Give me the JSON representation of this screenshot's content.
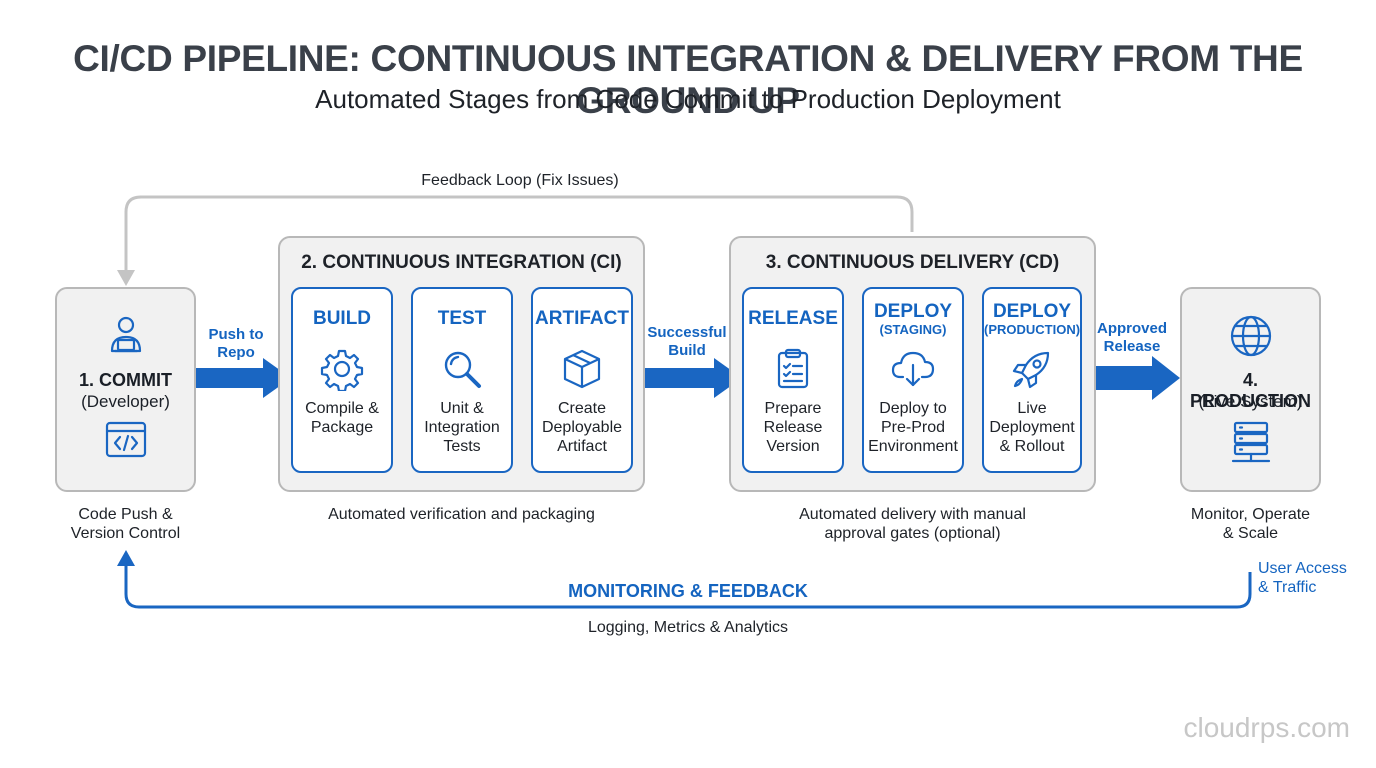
{
  "header": {
    "title": "CI/CD PIPELINE: CONTINUOUS INTEGRATION & DELIVERY FROM THE GROUND UP",
    "subtitle": "Automated Stages from Code Commit to Production Deployment"
  },
  "feedback_loop_label": "Feedback Loop (Fix Issues)",
  "commit": {
    "title": "1. COMMIT",
    "subtitle": "(Developer)",
    "caption_line1": "Code Push &",
    "caption_line2": "Version Control"
  },
  "push_label": {
    "line1": "Push to",
    "line2": "Repo"
  },
  "ci": {
    "title": "2. CONTINUOUS INTEGRATION (CI)",
    "caption": "Automated verification and packaging",
    "cards": [
      {
        "head": "BUILD",
        "lines": [
          "Compile &",
          "Package"
        ]
      },
      {
        "head": "TEST",
        "lines": [
          "Unit &",
          "Integration",
          "Tests"
        ]
      },
      {
        "head": "ARTIFACT",
        "lines": [
          "Create",
          "Deployable",
          "Artifact"
        ]
      }
    ]
  },
  "build_label": {
    "line1": "Successful",
    "line2": "Build"
  },
  "cd": {
    "title": "3. CONTINUOUS DELIVERY (CD)",
    "caption_line1": "Automated delivery with manual",
    "caption_line2": "approval gates (optional)",
    "cards": [
      {
        "head": "RELEASE",
        "sub": "",
        "lines": [
          "Prepare",
          "Release",
          "Version"
        ]
      },
      {
        "head": "DEPLOY",
        "sub": "(STAGING)",
        "lines": [
          "Deploy to",
          "Pre-Prod",
          "Environment"
        ]
      },
      {
        "head": "DEPLOY",
        "sub": "(PRODUCTION)",
        "lines": [
          "Live",
          "Deployment",
          "& Rollout"
        ]
      }
    ]
  },
  "approved_label": {
    "line1": "Approved",
    "line2": "Release"
  },
  "production": {
    "title": "4. PRODUCTION",
    "subtitle": "(Live System)",
    "caption_line1": "Monitor, Operate",
    "caption_line2": "& Scale"
  },
  "user_access": {
    "line1": "User Access",
    "line2": "& Traffic"
  },
  "monitoring": {
    "title": "MONITORING & FEEDBACK",
    "subtitle": "Logging, Metrics & Analytics"
  },
  "watermark": "cloudrps.com",
  "colors": {
    "accent": "#1a66c2",
    "text_blue": "#1464c0",
    "panel": "#f1f1f1",
    "border": "#b8b8b8",
    "loop_gray": "#c4c4c4"
  },
  "icons": {
    "commit": [
      "developer-icon",
      "code-window-icon"
    ],
    "ci": [
      "gear-icon",
      "magnifier-icon",
      "package-box-icon"
    ],
    "cd": [
      "clipboard-checklist-icon",
      "cloud-download-icon",
      "rocket-icon"
    ],
    "production": [
      "globe-icon",
      "server-rack-icon"
    ]
  }
}
